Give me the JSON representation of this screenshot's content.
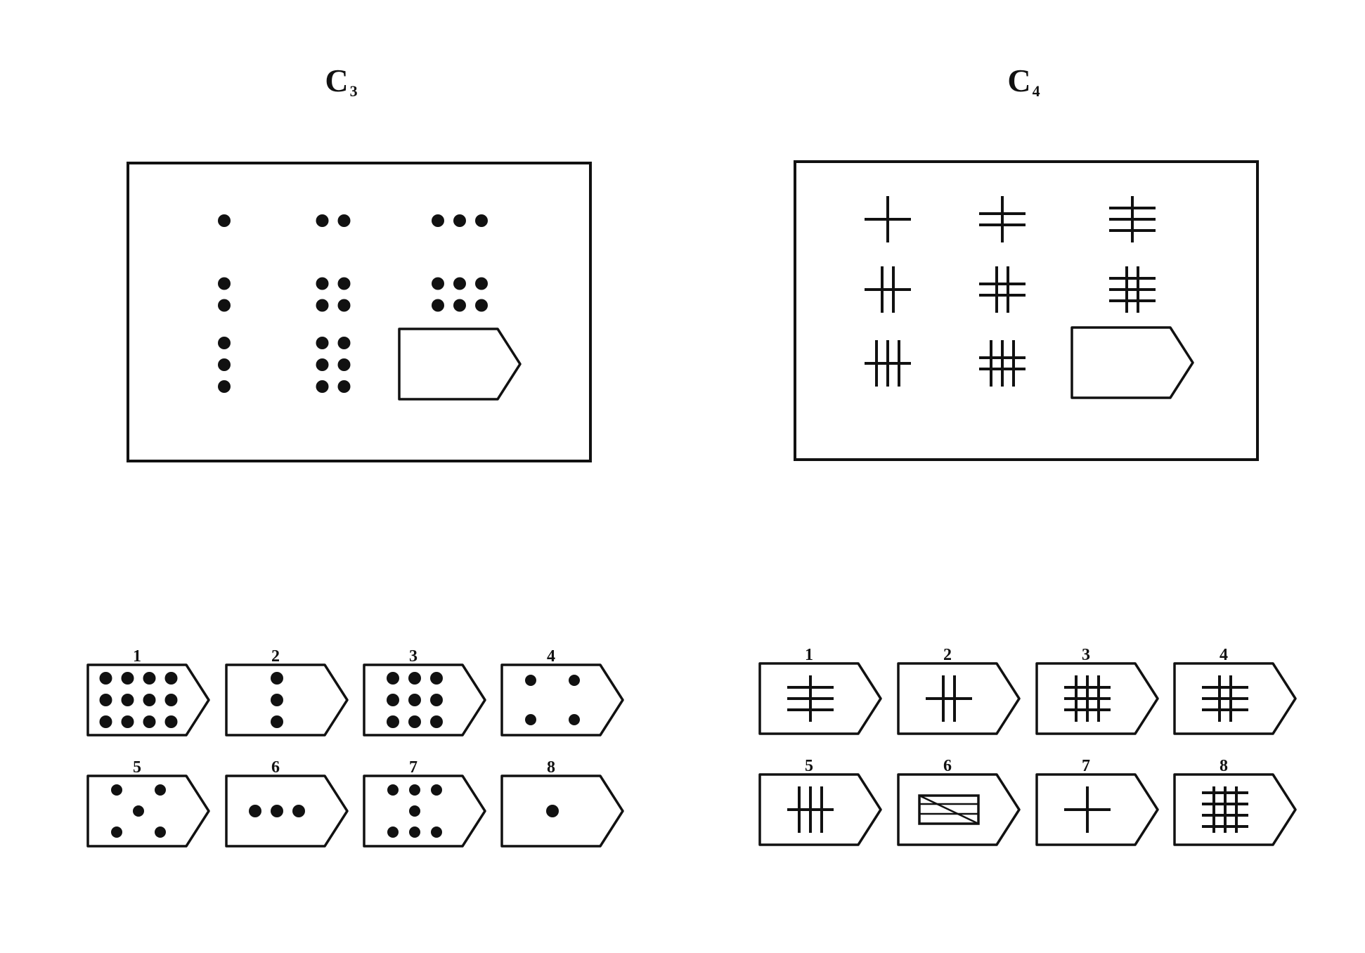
{
  "puzzles": [
    {
      "id": "c3",
      "title": "C",
      "title_sub": "3",
      "kind": "dots",
      "matrix": [
        {
          "pattern": "dots",
          "rows": 1,
          "cols": 1
        },
        {
          "pattern": "dots",
          "rows": 1,
          "cols": 2
        },
        {
          "pattern": "dots",
          "rows": 1,
          "cols": 3
        },
        {
          "pattern": "dots",
          "rows": 2,
          "cols": 1
        },
        {
          "pattern": "dots",
          "rows": 2,
          "cols": 2
        },
        {
          "pattern": "dots",
          "rows": 2,
          "cols": 3
        },
        {
          "pattern": "dots",
          "rows": 3,
          "cols": 1
        },
        {
          "pattern": "dots",
          "rows": 3,
          "cols": 2
        },
        {
          "pattern": "missing"
        }
      ],
      "options": [
        {
          "label": "1",
          "pattern": "dots",
          "rows": 3,
          "cols": 4
        },
        {
          "label": "2",
          "pattern": "dots",
          "rows": 3,
          "cols": 1
        },
        {
          "label": "3",
          "pattern": "dots",
          "rows": 3,
          "cols": 3
        },
        {
          "label": "4",
          "pattern": "corners4"
        },
        {
          "label": "5",
          "pattern": "dice5"
        },
        {
          "label": "6",
          "pattern": "dots",
          "rows": 1,
          "cols": 3
        },
        {
          "label": "7",
          "pattern": "seven"
        },
        {
          "label": "8",
          "pattern": "dots",
          "rows": 1,
          "cols": 1
        }
      ]
    },
    {
      "id": "c4",
      "title": "C",
      "title_sub": "4",
      "kind": "lines",
      "matrix": [
        {
          "pattern": "lines",
          "h": 1,
          "v": 1
        },
        {
          "pattern": "lines",
          "h": 2,
          "v": 1
        },
        {
          "pattern": "lines",
          "h": 3,
          "v": 1
        },
        {
          "pattern": "lines",
          "h": 1,
          "v": 2
        },
        {
          "pattern": "lines",
          "h": 2,
          "v": 2
        },
        {
          "pattern": "lines",
          "h": 3,
          "v": 2
        },
        {
          "pattern": "lines",
          "h": 1,
          "v": 3
        },
        {
          "pattern": "lines",
          "h": 2,
          "v": 3
        },
        {
          "pattern": "missing"
        }
      ],
      "options": [
        {
          "label": "1",
          "pattern": "lines",
          "h": 3,
          "v": 1
        },
        {
          "label": "2",
          "pattern": "lines",
          "h": 1,
          "v": 2
        },
        {
          "label": "3",
          "pattern": "lines",
          "h": 3,
          "v": 3
        },
        {
          "label": "4",
          "pattern": "lines",
          "h": 3,
          "v": 2
        },
        {
          "label": "5",
          "pattern": "lines",
          "h": 1,
          "v": 3
        },
        {
          "label": "6",
          "pattern": "crossed-rect"
        },
        {
          "label": "7",
          "pattern": "lines",
          "h": 1,
          "v": 1
        },
        {
          "label": "8",
          "pattern": "lines",
          "h": 4,
          "v": 3
        }
      ]
    }
  ]
}
